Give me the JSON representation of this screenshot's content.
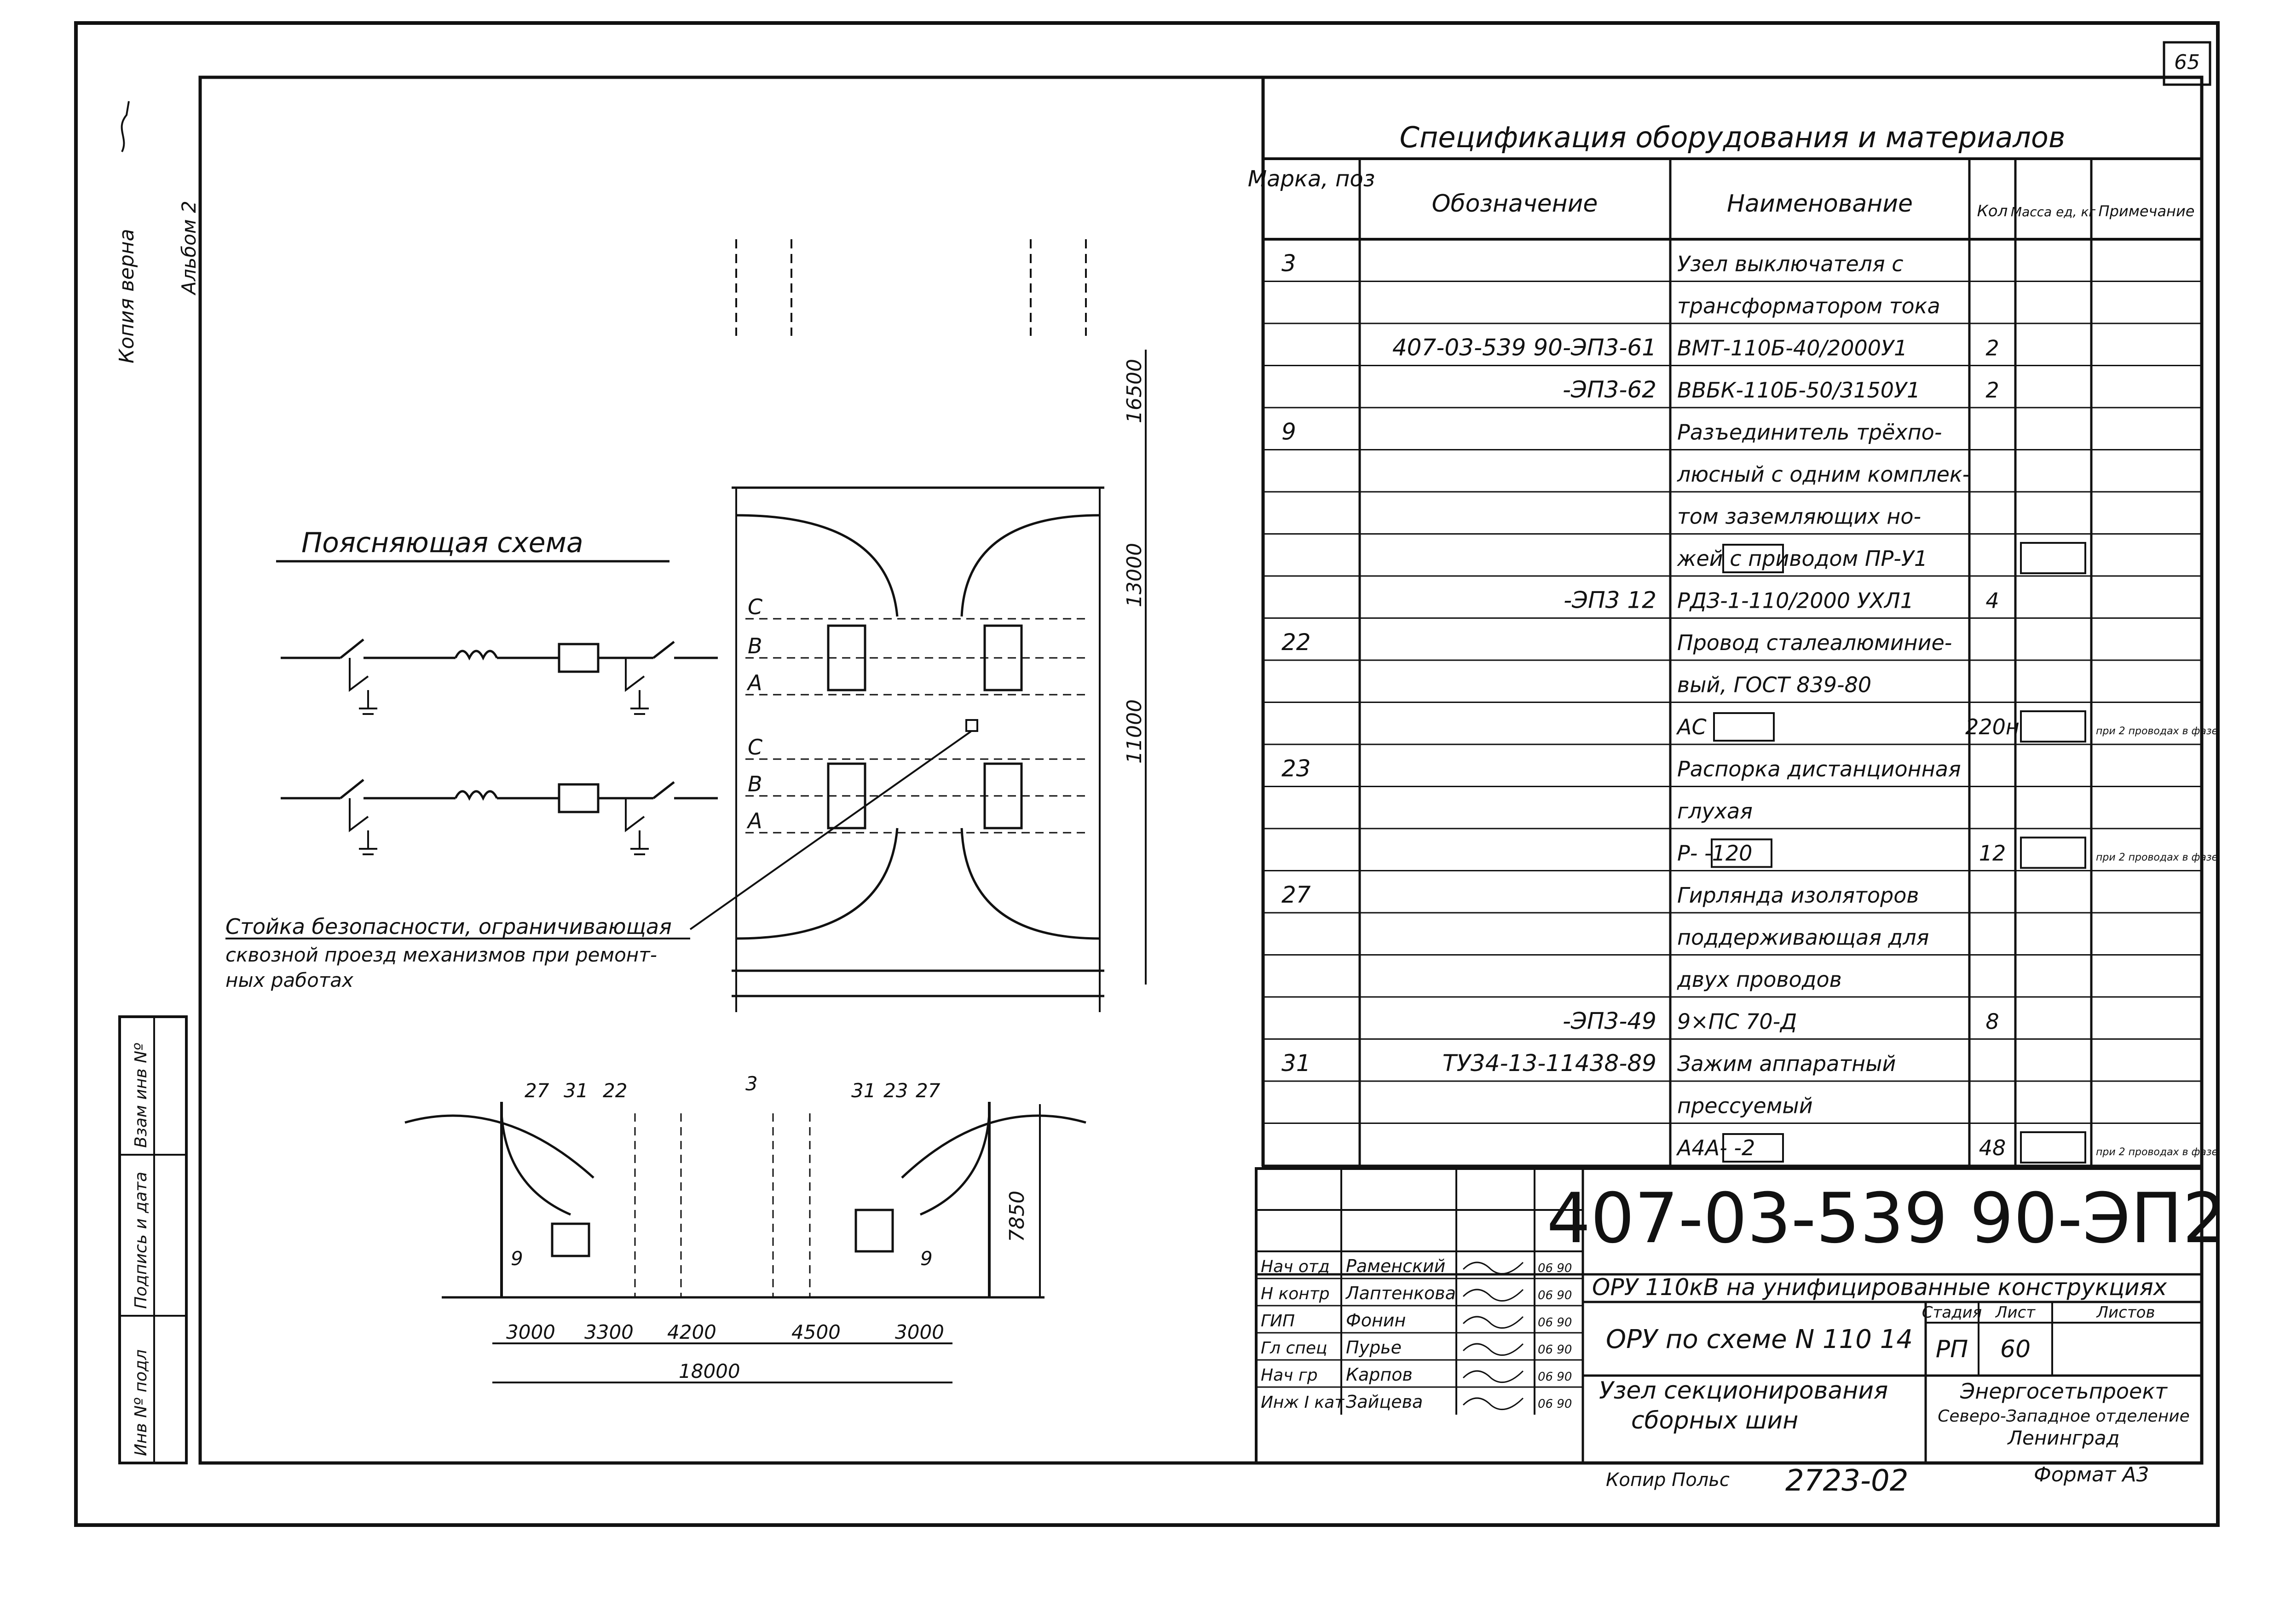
{
  "sheet": {
    "page_number": "65",
    "copy_note": "Копия верна",
    "album": "Альбом 2",
    "scan_note": "Копир Польс",
    "scan_number": "2723-02",
    "format": "Формат А3"
  },
  "left_margin": {
    "field_1": "Взам инв Nº",
    "field_2": "Подпись и дата",
    "field_3": "Инв Nº подл"
  },
  "spec": {
    "title": "Спецификация оборудования и материалов",
    "headers": {
      "pos": "Марка, поз",
      "designation": "Обозначение",
      "name": "Наименование",
      "qty": "Кол",
      "mass": "Масса ед, кг",
      "note": "Примечание"
    },
    "rows": [
      {
        "pos": "3",
        "designation": "",
        "name": "Узел выключателя с",
        "qty": "",
        "note": ""
      },
      {
        "pos": "",
        "designation": "",
        "name": "трансформатором тока",
        "qty": "",
        "note": ""
      },
      {
        "pos": "",
        "designation": "407-03-539 90-ЭП3-61",
        "name": "ВМТ-110Б-40/2000У1",
        "qty": "2",
        "note": ""
      },
      {
        "pos": "",
        "designation": "-ЭП3-62",
        "name": "ВВБК-110Б-50/3150У1",
        "qty": "2",
        "note": ""
      },
      {
        "pos": "9",
        "designation": "",
        "name": "Разъединитель трёхпо-",
        "qty": "",
        "note": ""
      },
      {
        "pos": "",
        "designation": "",
        "name": "люсный с одним комплек-",
        "qty": "",
        "note": ""
      },
      {
        "pos": "",
        "designation": "",
        "name": "том заземляющих но-",
        "qty": "",
        "note": ""
      },
      {
        "pos": "",
        "designation": "",
        "name": "жей с приводом ПР-У1",
        "qty": "",
        "note": ""
      },
      {
        "pos": "",
        "designation": "-ЭП3 12",
        "name": "РДЗ-1-110/2000 УХЛ1",
        "qty": "4",
        "note": ""
      },
      {
        "pos": "22",
        "designation": "",
        "name": "Провод сталеалюминие-",
        "qty": "",
        "note": ""
      },
      {
        "pos": "",
        "designation": "",
        "name": "вый,     ГОСТ 839-80",
        "qty": "",
        "note": ""
      },
      {
        "pos": "",
        "designation": "",
        "name": "АС",
        "qty": "220н",
        "note": "при 2 проводах в фазе"
      },
      {
        "pos": "23",
        "designation": "",
        "name": "Распорка дистанционная",
        "qty": "",
        "note": ""
      },
      {
        "pos": "",
        "designation": "",
        "name": "глухая",
        "qty": "",
        "note": ""
      },
      {
        "pos": "",
        "designation": "",
        "name": "Р-          -120",
        "qty": "12",
        "note": "при 2 проводах в фазе"
      },
      {
        "pos": "27",
        "designation": "",
        "name": "Гирлянда изоляторов",
        "qty": "",
        "note": ""
      },
      {
        "pos": "",
        "designation": "",
        "name": "поддерживающая для",
        "qty": "",
        "note": ""
      },
      {
        "pos": "",
        "designation": "",
        "name": "двух проводов",
        "qty": "",
        "note": ""
      },
      {
        "pos": "",
        "designation": "-ЭП3-49",
        "name": "9×ПС 70-Д",
        "qty": "8",
        "note": ""
      },
      {
        "pos": "31",
        "designation": "ТУ34-13-11438-89",
        "name": "Зажим аппаратный",
        "qty": "",
        "note": ""
      },
      {
        "pos": "",
        "designation": "",
        "name": "прессуемый",
        "qty": "",
        "note": ""
      },
      {
        "pos": "",
        "designation": "",
        "name": "А4А-          -2",
        "qty": "48",
        "note": "при 2 проводах в фазе"
      }
    ]
  },
  "schematic": {
    "title": "Поясняющая схема",
    "safety_note_1": "Стойка безопасности, ограничивающая",
    "safety_note_2": "сквозной проезд механизмов при ремонт-",
    "safety_note_3": "ных работах",
    "phases": [
      "С",
      "В",
      "А"
    ],
    "dims": [
      "16500",
      "13000",
      "11000"
    ]
  },
  "section": {
    "labels": [
      "27",
      "31",
      "22",
      "3",
      "31",
      "23",
      "27",
      "9",
      "9"
    ],
    "height": "7850",
    "spans": [
      "3000",
      "3300",
      "4200",
      "4500",
      "3000"
    ],
    "total": "18000"
  },
  "title_block": {
    "code": "407-03-539 90-ЭП2",
    "project": "ОРУ 110кВ на унифицированные конструкциях",
    "scheme": "ОРУ по схеме N 110 14",
    "sheet_name_1": "Узел секционирования",
    "sheet_name_2": "сборных шин",
    "stage_label": "Стадия",
    "sheet_label": "Лист",
    "sheets_label": "Листов",
    "stage": "РП",
    "sheet": "60",
    "org_1": "Энергосетьпроект",
    "org_2": "Северо-Западное отделение",
    "org_3": "Ленинград",
    "staff": [
      {
        "role": "Нач отд",
        "name": "Раменский",
        "date": "06 90"
      },
      {
        "role": "Н контр",
        "name": "Лаптенкова",
        "date": "06 90"
      },
      {
        "role": "ГИП",
        "name": "Фонин",
        "date": "06 90"
      },
      {
        "role": "Гл спец",
        "name": "Пурье",
        "date": "06 90"
      },
      {
        "role": "Нач гр",
        "name": "Карпов",
        "date": "06 90"
      },
      {
        "role": "Инж I кат",
        "name": "Зайцева",
        "date": "06 90"
      }
    ]
  }
}
